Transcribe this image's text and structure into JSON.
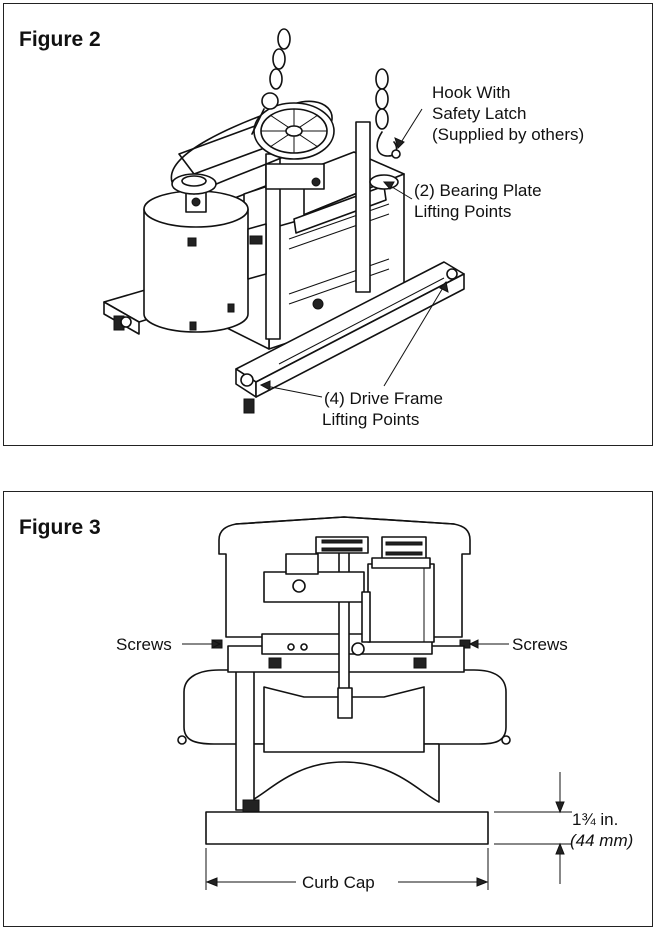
{
  "figure2": {
    "title": "Figure 2",
    "callouts": {
      "hook": [
        "Hook With",
        "Safety Latch",
        "(Supplied by others)"
      ],
      "bearing": [
        "(2) Bearing Plate",
        "Lifting Points"
      ],
      "drive": [
        "(4) Drive Frame",
        "Lifting Points"
      ]
    }
  },
  "figure3": {
    "title": "Figure 3",
    "labels": {
      "screws_left": "Screws",
      "screws_right": "Screws",
      "curb_cap": "Curb Cap",
      "dimension": "1¾ in.",
      "dimension_metric": "(44 mm)"
    }
  },
  "colors": {
    "line": "#111111",
    "background": "#ffffff",
    "shade": "#e6e6e6"
  }
}
